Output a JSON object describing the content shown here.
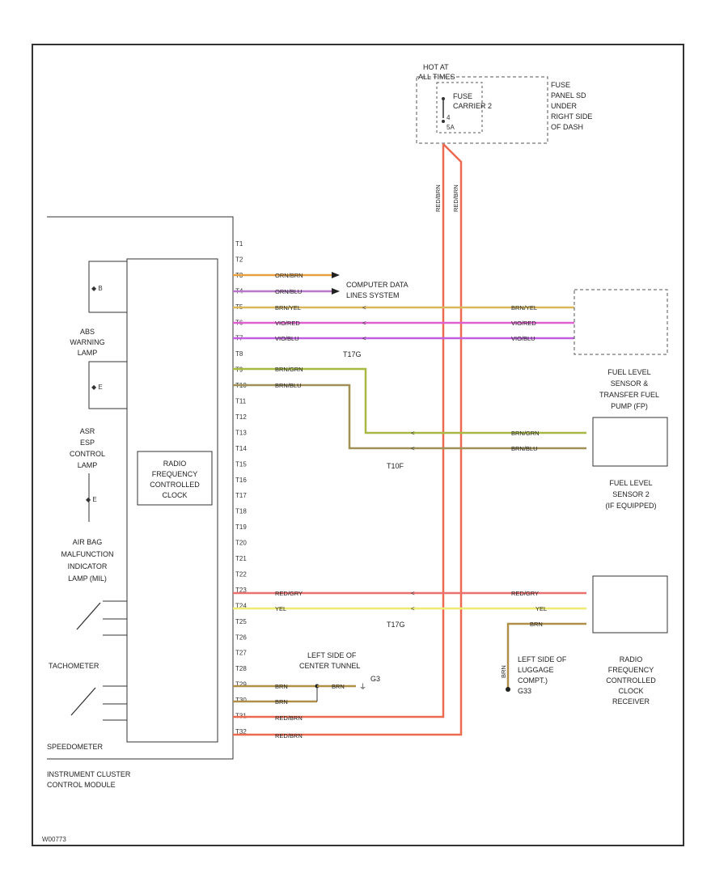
{
  "fuse": {
    "hot": [
      "HOT AT",
      "ALL TIMES"
    ],
    "carrier": [
      "FUSE",
      "CARRIER 2"
    ],
    "fuse_no": "4",
    "amps": "5A",
    "location": [
      "FUSE",
      "PANEL SD",
      "UNDER",
      "RIGHT SIDE",
      "OF DASH"
    ]
  },
  "cluster": {
    "name": [
      "INSTRUMENT CLUSTER",
      "CONTROL MODULE"
    ],
    "module": [
      "RADIO",
      "FREQUENCY",
      "CONTROLLED",
      "CLOCK"
    ],
    "lamps": [
      [
        "ABS",
        "WARNING",
        "LAMP"
      ],
      [
        "ASR",
        "ESP",
        "CONTROL",
        "LAMP"
      ],
      [
        "AIR BAG",
        "MALFUNCTION",
        "INDICATOR",
        "LAMP (MIL)"
      ]
    ],
    "tachometer": "TACHOMETER",
    "speedometer": "SPEEDOMETER",
    "pins": [
      "T1",
      "T2",
      "T3",
      "T4",
      "T5",
      "T6",
      "T7",
      "T8",
      "T9",
      "T10",
      "T11",
      "T12",
      "T13",
      "T14",
      "T15",
      "T16",
      "T17",
      "T18",
      "T19",
      "T20",
      "T21",
      "T22",
      "T23",
      "T24",
      "T25",
      "T26",
      "T27",
      "T28",
      "T29",
      "T30",
      "T31",
      "T32"
    ]
  },
  "wires": {
    "orn_brn": "ORN/BRN",
    "orn_blu": "ORN/BLU",
    "brn_yel": "BRN/YEL",
    "vio_red": "VIO/RED",
    "vio_blu": "VIO/BLU",
    "brn_grn": "BRN/GRN",
    "brn_blu": "BRN/BLU",
    "red_gry": "RED/GRY",
    "yel": "YEL",
    "brn": "BRN",
    "red_brn": "RED/BRN"
  },
  "labels": {
    "data_link": [
      "COMPUTER DATA",
      "LINES SYSTEM"
    ],
    "conn1": "T17G",
    "conn2": "T10F",
    "conn3": "T17G",
    "fuel1": [
      "FUEL LEVEL",
      "SENSOR &",
      "TRANSFER FUEL",
      "PUMP (FP)"
    ],
    "fuel2": [
      "FUEL LEVEL",
      "SENSOR 2",
      "(IF EQUIPPED)"
    ],
    "ground1": [
      "LEFT SIDE OF",
      "CENTER TUNNEL"
    ],
    "ground1_id": "G3",
    "ground2": [
      "LEFT SIDE OF",
      "LUGGAGE",
      "COMPT.)",
      "G33"
    ],
    "radio_clock": [
      "RADIO",
      "FREQUENCY",
      "CONTROLLED",
      "CLOCK",
      "RECEIVER"
    ],
    "diagram_id": "W00773"
  },
  "colors": {
    "orn_brn": "#e8a040",
    "orn_blu": "#b878c8",
    "brn_yel": "#d9b85a",
    "vio_red": "#e060d0",
    "vio_blu": "#c060e0",
    "brn_grn": "#a8b840",
    "brn_blu": "#a09058",
    "red_gry": "#ec7070",
    "yel": "#ecec70",
    "brn": "#b09048",
    "red_brn": "#ec6a50"
  }
}
